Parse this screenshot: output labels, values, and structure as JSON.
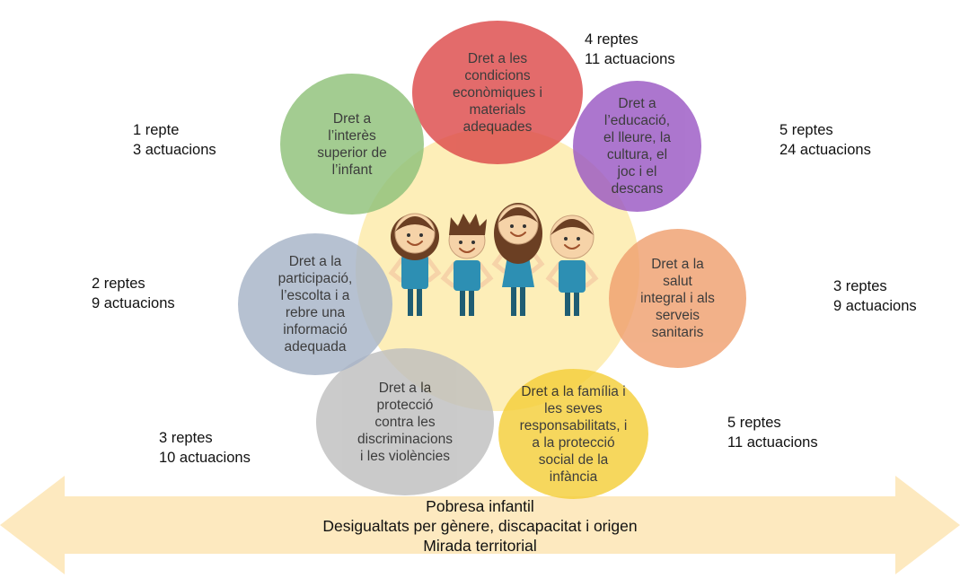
{
  "rights": [
    {
      "id": "economic",
      "label": "Dret a les\ncondicions\neconòmiques i\nmaterials\nadequades",
      "color": "#dd4b4b",
      "stats": "4 reptes\n11 actuacions"
    },
    {
      "id": "education",
      "label": "Dret a\nl’educació,\nel lleure, la\ncultura, el\njoc i el\ndescans",
      "color": "#9b59c4",
      "stats": "5 reptes\n24 actuacions"
    },
    {
      "id": "health",
      "label": "Dret a la\nsalut\nintegral i als\nserveis\nsanitaris",
      "color": "#f0a070",
      "stats": "3 reptes\n9 actuacions"
    },
    {
      "id": "family",
      "label": "Dret a la família i\nles seves\nresponsabilitats, i\na la protecció\nsocial de la\ninfància",
      "color": "#f5cf3a",
      "stats": "5 reptes\n11 actuacions"
    },
    {
      "id": "protection",
      "label": "Dret a la\nprotecció\ncontra les\ndiscriminacions\ni les violències",
      "color": "#bfbfbf",
      "stats": "3 reptes\n10 actuacions"
    },
    {
      "id": "participation",
      "label": "Dret a la\nparticipació,\nl’escolta i a\nrebre una\ninformació\nadequada",
      "color": "#a7b4c8",
      "stats": "2 reptes\n9 actuacions"
    },
    {
      "id": "interest",
      "label": "Dret a\nl’interès\nsuperior de\nl’infant",
      "color": "#8fc27a",
      "stats": "1 repte\n3 actuacions"
    }
  ],
  "arrow": {
    "line1": "Pobresa infantil",
    "line2": "Desigualtats per gènere, discapacitat i origen",
    "line3": "Mirada territorial"
  },
  "colors": {
    "center_glow": "#fdeeb8",
    "arrow_fill": "#fde9bf",
    "kid_shirt": "#2d8fb3",
    "kid_hair": "#6b3f23",
    "kid_pants": "#1f5d73",
    "kid_skin": "#f6d3a8"
  },
  "icons": {
    "center": "children-group-icon"
  }
}
